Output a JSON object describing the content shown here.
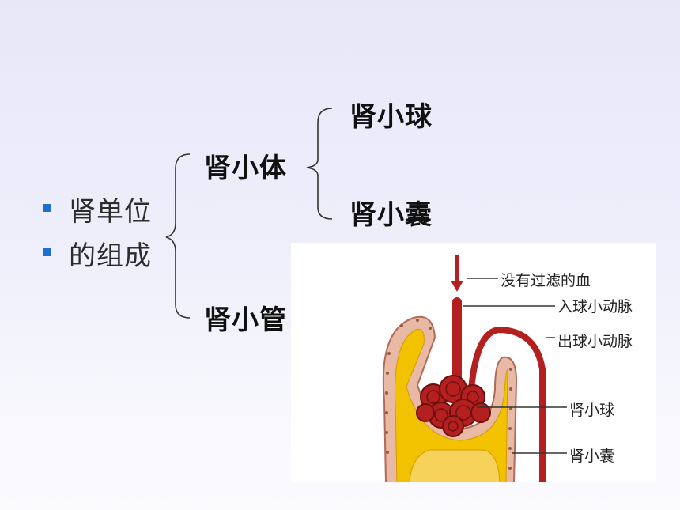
{
  "bullets": [
    {
      "text": "肾单位"
    },
    {
      "text": "的组成"
    }
  ],
  "tree": {
    "renal_corpuscle": "肾小体",
    "glomerulus": "肾小球",
    "bowman_capsule": "肾小囊",
    "renal_tubule": "肾小管"
  },
  "figure": {
    "labels": {
      "unfiltered_blood": "没有过滤的血",
      "afferent_arteriole": "入球小动脉",
      "efferent_arteriole": "出球小动脉",
      "glomerulus": "肾小球",
      "capsule": "肾小囊"
    }
  },
  "colors": {
    "bullet": "#1f6fd1",
    "vessel": "#b3201f",
    "capsule_fill": "#f2c200",
    "capsule_wall": "#e8b9a4"
  }
}
